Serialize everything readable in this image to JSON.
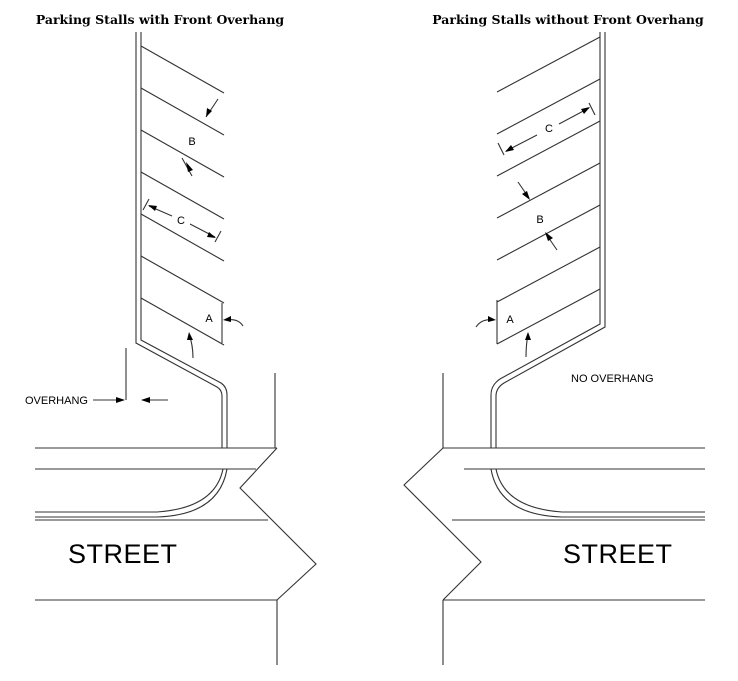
{
  "left_panel": {
    "title": "Parking Stalls with Front Overhang",
    "label_a": "A",
    "label_b": "B",
    "label_c": "C",
    "overhang_label": "OVERHANG",
    "street_label": "STREET"
  },
  "right_panel": {
    "title": "Parking Stalls without Front Overhang",
    "label_a": "A",
    "label_b": "B",
    "label_c": "C",
    "overhang_label": "NO OVERHANG",
    "street_label": "STREET"
  }
}
